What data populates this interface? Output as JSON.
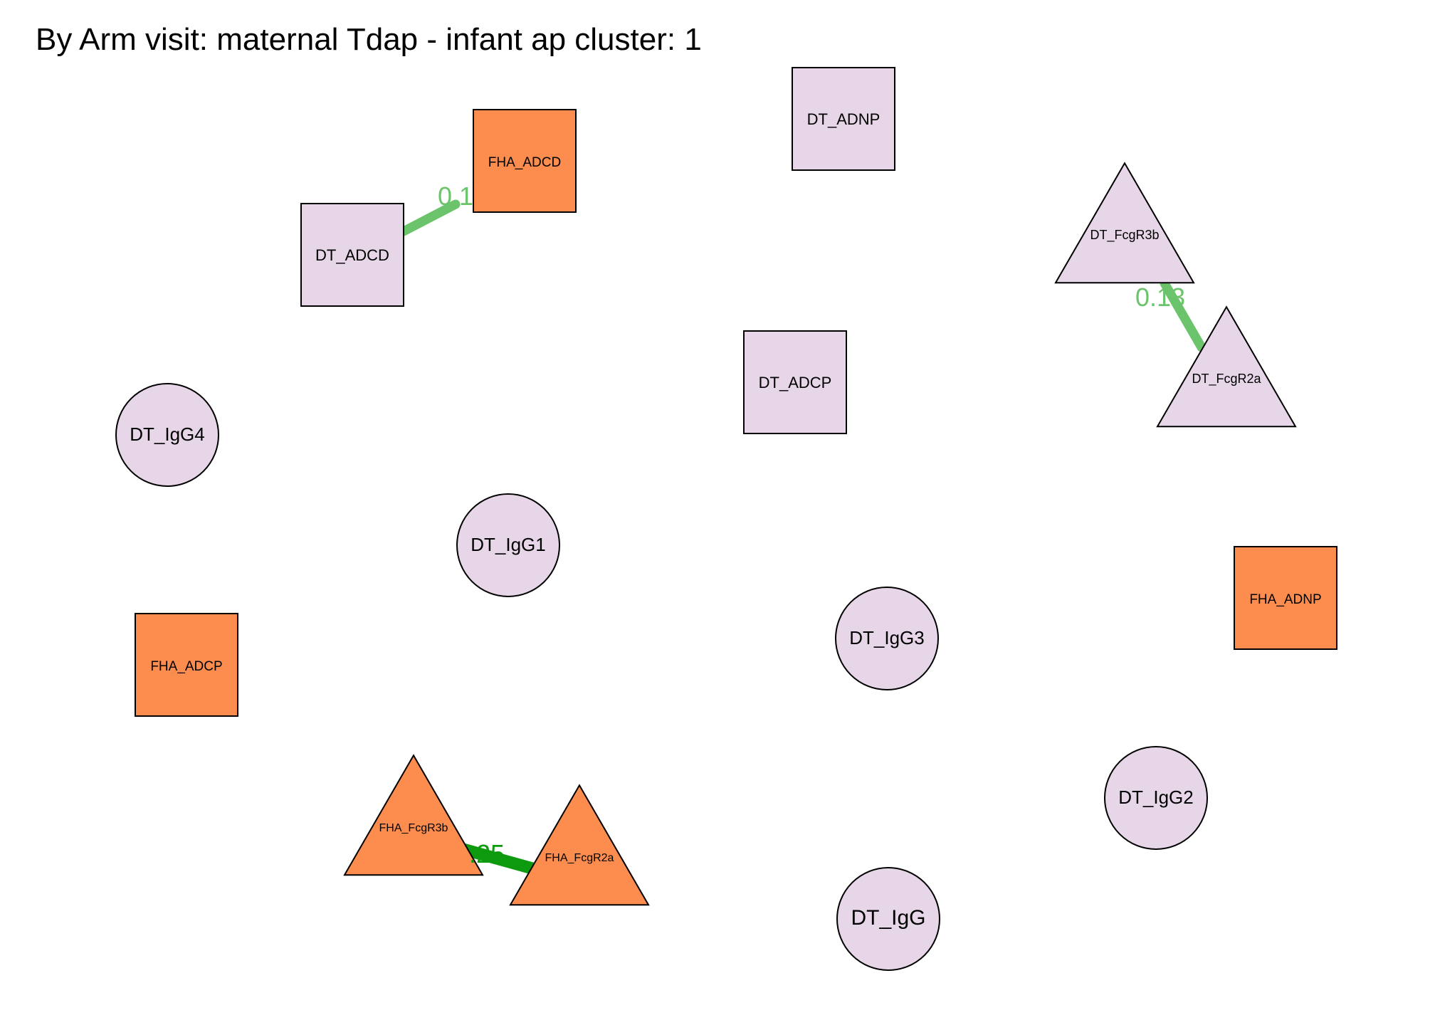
{
  "title": "By Arm visit: maternal Tdap - infant ap cluster: 1",
  "colors": {
    "dt_node": "#E7D6E8",
    "fha_node": "#FC8D4E",
    "edge_light": "#6BC46B",
    "edge_dark": "#0E9A0E",
    "stroke": "#000000"
  },
  "nodes": [
    {
      "id": "FHA_ADCD",
      "label": "FHA_ADCD",
      "shape": "square",
      "group": "fha"
    },
    {
      "id": "DT_ADNP",
      "label": "DT_ADNP",
      "shape": "square",
      "group": "dt"
    },
    {
      "id": "DT_ADCD",
      "label": "DT_ADCD",
      "shape": "square",
      "group": "dt"
    },
    {
      "id": "DT_FcgR3b",
      "label": "DT_FcgR3b",
      "shape": "triangle",
      "group": "dt"
    },
    {
      "id": "DT_FcgR2a",
      "label": "DT_FcgR2a",
      "shape": "triangle",
      "group": "dt"
    },
    {
      "id": "DT_ADCP",
      "label": "DT_ADCP",
      "shape": "square",
      "group": "dt"
    },
    {
      "id": "DT_IgG4",
      "label": "DT_IgG4",
      "shape": "circle",
      "group": "dt"
    },
    {
      "id": "DT_IgG1",
      "label": "DT_IgG1",
      "shape": "circle",
      "group": "dt"
    },
    {
      "id": "FHA_ADNP",
      "label": "FHA_ADNP",
      "shape": "square",
      "group": "fha"
    },
    {
      "id": "FHA_ADCP",
      "label": "FHA_ADCP",
      "shape": "square",
      "group": "fha"
    },
    {
      "id": "DT_IgG3",
      "label": "DT_IgG3",
      "shape": "circle",
      "group": "dt"
    },
    {
      "id": "DT_IgG2",
      "label": "DT_IgG2",
      "shape": "circle",
      "group": "dt"
    },
    {
      "id": "FHA_FcgR3b",
      "label": "FHA_FcgR3b",
      "shape": "triangle",
      "group": "fha"
    },
    {
      "id": "FHA_FcgR2a",
      "label": "FHA_FcgR2a",
      "shape": "triangle",
      "group": "fha"
    },
    {
      "id": "DT_IgG",
      "label": "DT_IgG",
      "shape": "circle",
      "group": "dt"
    }
  ],
  "edges": [
    {
      "from": "DT_ADCD",
      "to": "FHA_ADCD",
      "label": "0.1",
      "color": "light"
    },
    {
      "from": "DT_FcgR3b",
      "to": "DT_FcgR2a",
      "label": "0.13",
      "color": "light"
    },
    {
      "from": "FHA_FcgR3b",
      "to": "FHA_FcgR2a",
      "label": ".25",
      "color": "dark"
    }
  ]
}
